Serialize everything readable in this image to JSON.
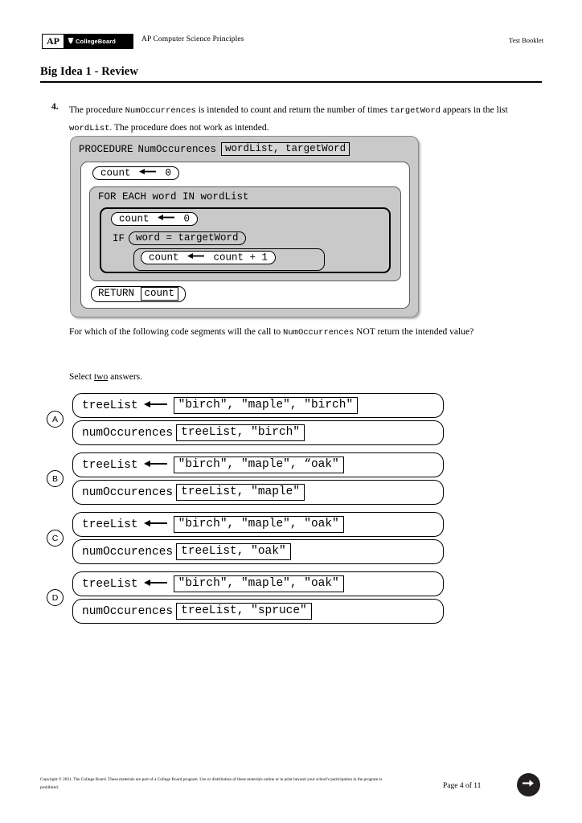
{
  "header": {
    "logo_ap": "AP",
    "logo_collegeboard": "CollegeBoard",
    "acorn_icon": "acorn-icon",
    "course_title": "AP Computer Science Principles",
    "booklet_label": "Test Booklet"
  },
  "page": {
    "title": "Big Idea 1 - Review"
  },
  "question": {
    "number": "4.",
    "stem_part1": "The procedure ",
    "stem_code1": "NumOccurrences",
    "stem_part2": " is intended to count and return the number of times ",
    "stem_code2": "targetWord",
    "stem_part3": " appears in the list ",
    "stem_code3": "wordList",
    "stem_part4": ". The procedure does not work as intended.",
    "tail_part1": "For which of the following code segments will the call to ",
    "tail_code1": "NumOccurrences",
    "tail_part2": " NOT return the intended value?",
    "select_prefix": "Select ",
    "select_emph": "two",
    "select_suffix": " answers."
  },
  "pseudocode": {
    "procedure_keyword": "PROCEDURE",
    "procedure_name": "NumOccurences",
    "parameters": "wordList, targetWord",
    "stmt_init": "count",
    "stmt_init_value": "0",
    "foreach_label": "FOR EACH word IN wordList",
    "stmt_reset": "count",
    "stmt_reset_value": "0",
    "if_keyword": "IF",
    "if_condition": "word = targetWord",
    "stmt_incr": "count",
    "stmt_incr_value": "count + 1",
    "return_keyword": "RETURN",
    "return_value": "count"
  },
  "choices": [
    {
      "letter": "A",
      "row1_lhs": "treeList",
      "row1_value": "\"birch\", \"maple\", \"birch\"",
      "row2_lhs": "numOccurences",
      "row2_value": "treeList, \"birch\""
    },
    {
      "letter": "B",
      "row1_lhs": "treeList",
      "row1_value": "\"birch\", \"maple\", “oak\"",
      "row2_lhs": "numOccurences",
      "row2_value": "treeList, \"maple\""
    },
    {
      "letter": "C",
      "row1_lhs": "treeList",
      "row1_value": "\"birch\", \"maple\", \"oak\"",
      "row2_lhs": "numOccurences",
      "row2_value": "treeList, \"oak\""
    },
    {
      "letter": "D",
      "row1_lhs": "treeList",
      "row1_value": "\"birch\", \"maple\", \"oak\"",
      "row2_lhs": "numOccurences",
      "row2_value": "treeList, \"spruce\""
    }
  ],
  "footer": {
    "copyright": "Copyright © 2021. The College Board. These materials are part of a College Board program. Use or distribution of these materials online or in print beyond your school's participation in the program is prohibited.",
    "page_label": "Page 4 of 11",
    "next_icon": "arrow-right-circle-icon"
  }
}
